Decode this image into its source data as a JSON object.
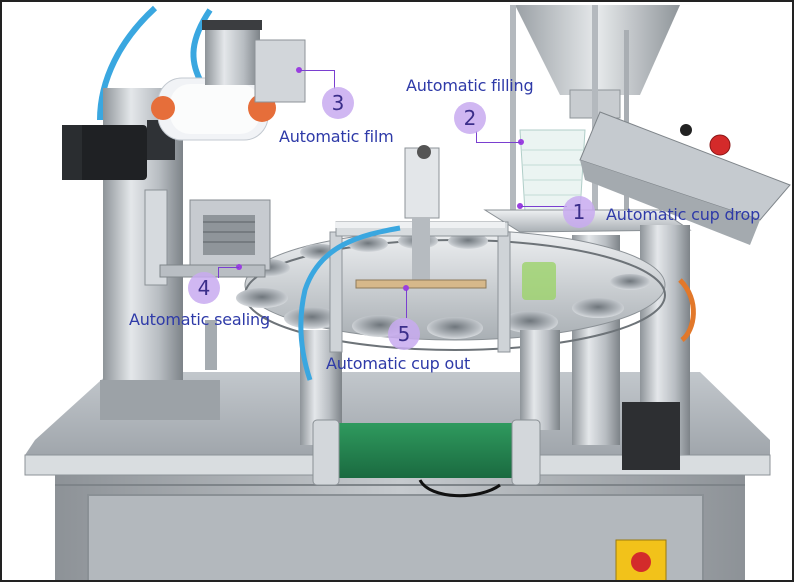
{
  "callouts": [
    {
      "number": "1",
      "label": "Automatic cup drop"
    },
    {
      "number": "2",
      "label": "Automatic filling"
    },
    {
      "number": "3",
      "label": "Automatic film"
    },
    {
      "number": "4",
      "label": "Automatic sealing"
    },
    {
      "number": "5",
      "label": "Automatic cup out"
    }
  ],
  "colors": {
    "label_text": "#2e3aa8",
    "badge_fill": "#c9aaf0",
    "leader_line": "#7a3fd0",
    "conveyor_belt": "#1f7a4a",
    "pneumatic_tube": "#3aa7e0",
    "emergency_stop": "#d42a2a",
    "warning_box": "#f2c21a",
    "stainless_steel": "#c9cdd1"
  }
}
